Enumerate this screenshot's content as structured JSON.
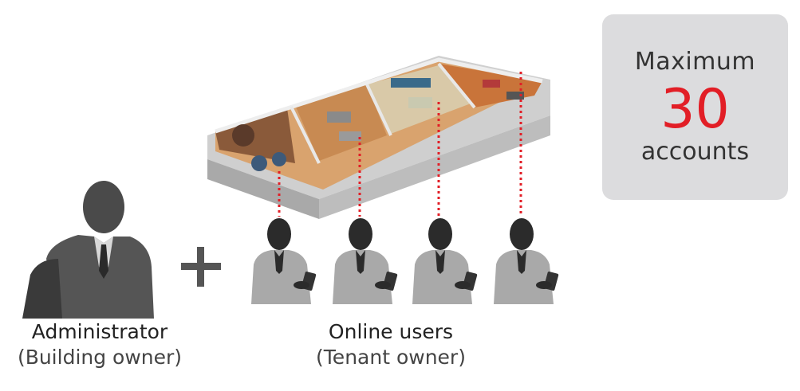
{
  "figure": {
    "plus_symbol": "+",
    "maximum_box": {
      "top_text": "Maximum",
      "number": "30",
      "bottom_text": "accounts",
      "number_color": "#e21e26",
      "background_color": "#dcdcde"
    },
    "administrator": {
      "title": "Administrator",
      "subtitle": "(Building owner)"
    },
    "online_users": {
      "title": "Online users",
      "subtitle": "(Tenant owner)",
      "count_shown": 4
    },
    "connector_color": "#e21e26",
    "icons": [
      "building-floorplan-icon",
      "administrator-silhouette-icon",
      "tablet-user-silhouette-icon"
    ]
  }
}
